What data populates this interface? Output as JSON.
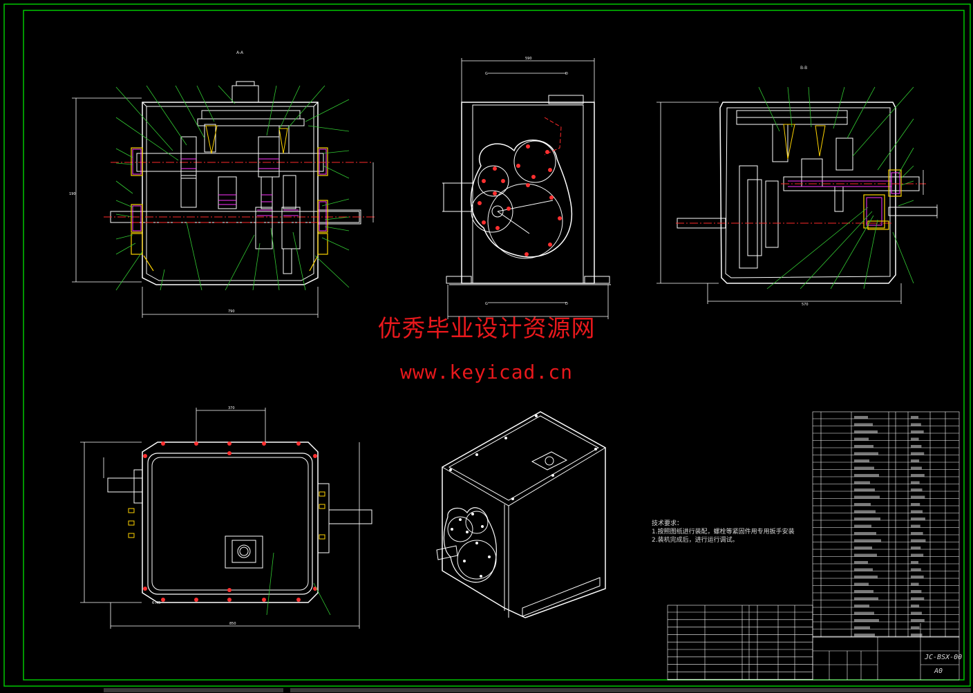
{
  "watermark": {
    "title_cn": "优秀毕业设计资源网",
    "url": "www.keyicad.cn"
  },
  "technical_requirements": {
    "heading": "技术要求：",
    "items": [
      "1.按照图纸进行装配，螺栓等紧固件用专用扳手安装",
      "2.装机完成后，进行运行调试。"
    ]
  },
  "title_block": {
    "drawing_number": "JC-BSX-00",
    "sheet_size": "A0"
  },
  "colors": {
    "background": "#000000",
    "outline": "#ffffff",
    "frame": "#00c800",
    "centerline": "#ff2a2a",
    "dimension": "#ffffff",
    "leader": "#33cc33",
    "hatch": "#ff33ff",
    "bearing": "#ffd400",
    "watermark": "#e8181c"
  }
}
